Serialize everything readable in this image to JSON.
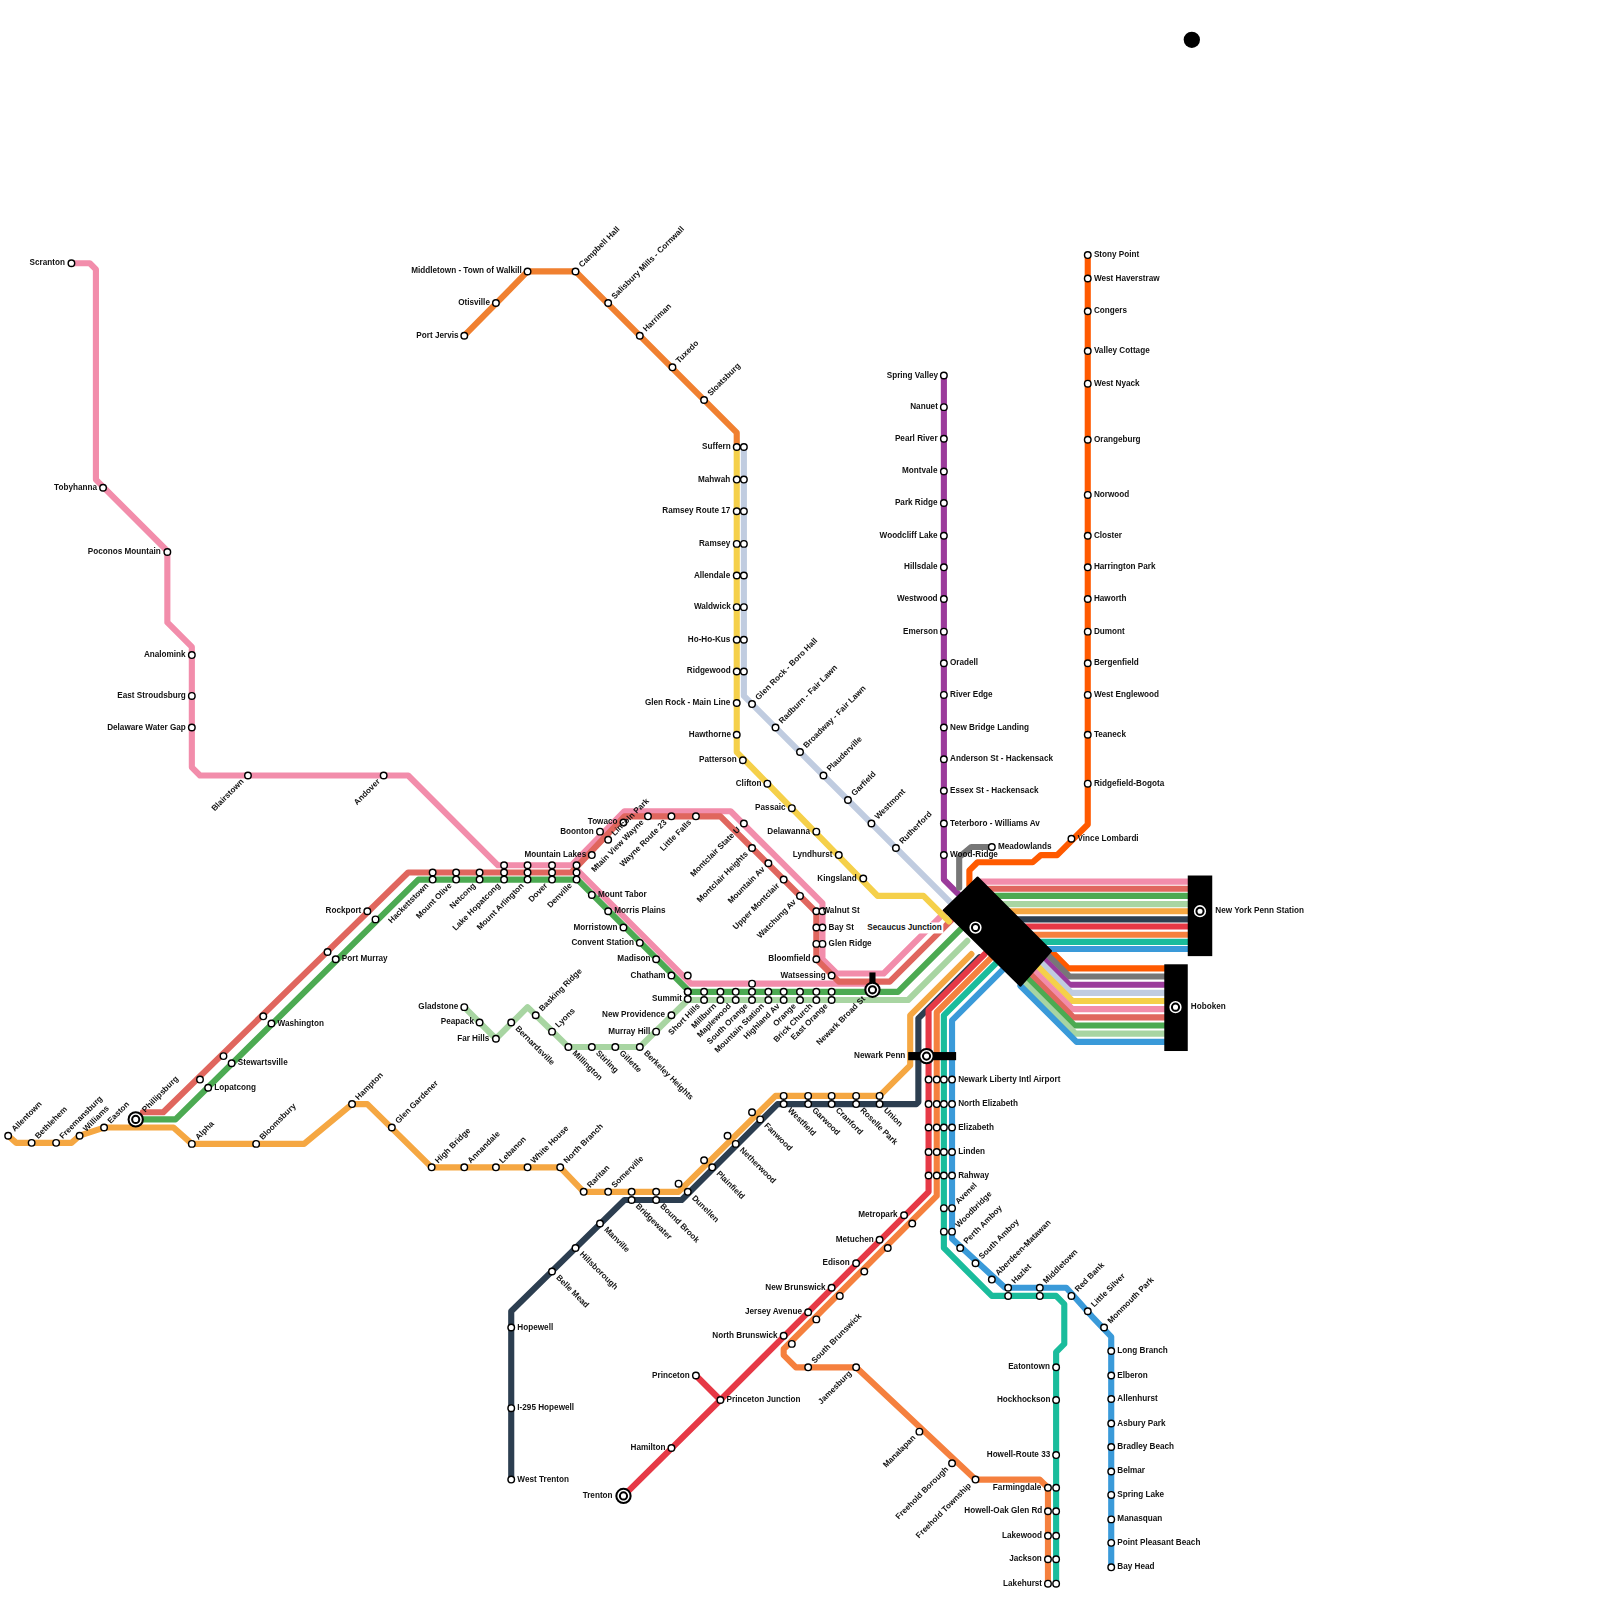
{
  "diagram": {
    "labels": [
      "Scranton",
      "Tobyhanna",
      "Poconos Mountain",
      "Analomink",
      "East Stroudsburg",
      "Delaware Water Gap",
      "Blairstown",
      "Andover",
      "Port Jervis",
      "Otisville",
      "Middletown - Town of Walkill",
      "Campbell Hall",
      "Salisbury Mills - Cornwall",
      "Harriman",
      "Tuxedo",
      "Sloatsburg",
      "Suffern",
      "Mahwah",
      "Ramsey Route 17",
      "Ramsey",
      "Allendale",
      "Waldwick",
      "Ho-Ho-Kus",
      "Ridgewood",
      "Glen Rock - Main Line",
      "Hawthorne",
      "Patterson",
      "Clifton",
      "Passaic",
      "Delawanna",
      "Lyndhurst",
      "Kingsland",
      "Glen Rock - Boro Hall",
      "Radburn - Fair Lawn",
      "Broadway - Fair Lawn",
      "Plauderville",
      "Garfield",
      "Westmont",
      "Rutherford",
      "Spring Valley",
      "Nanuet",
      "Pearl River",
      "Montvale",
      "Park Ridge",
      "Woodcliff Lake",
      "Hillsdale",
      "Westwood",
      "Emerson",
      "Oradell",
      "River Edge",
      "New Bridge Landing",
      "Anderson St - Hackensack",
      "Essex St - Hackensack",
      "Teterboro - Williams Av",
      "Wood-Ridge",
      "Meadowlands",
      "Stony Point",
      "West Haverstraw",
      "Congers",
      "Valley Cottage",
      "West Nyack",
      "Orangeburg",
      "Norwood",
      "Closter",
      "Harrington Park",
      "Haworth",
      "Dumont",
      "Bergenfield",
      "West Englewood",
      "Teaneck",
      "Ridgefield-Bogota",
      "Vince Lombardi",
      "Secaucus Junction",
      "New York Penn Station",
      "Hoboken",
      "Mountain Lakes",
      "Boonton",
      "Towaco",
      "Lincoln Park",
      "Mtain View Wayne",
      "Wayne Route 23",
      "Little Falls",
      "Montclair State U",
      "Montclair Heights",
      "Mountain Av",
      "Upper Montclair",
      "Watchung Av",
      "Walnut St",
      "Bay St",
      "Glen Ridge",
      "Bloomfield",
      "Watsessing",
      "Hackettstown",
      "Mount Olive",
      "Netcong",
      "Lake Hopatcong",
      "Mount Arlington",
      "Dover",
      "Denville",
      "Mount Tabor",
      "Morris Plains",
      "Morristown",
      "Convent Station",
      "Madison",
      "Chatham",
      "Summit",
      "Short Hills",
      "Millburn",
      "Maplewood",
      "South Orange",
      "Mountain Station",
      "Highland Av",
      "Orange",
      "Brick Church",
      "East Orange",
      "Newark Broad St",
      "Gladstone",
      "Peapack",
      "Far Hills",
      "Bernardsville",
      "Basking Ridge",
      "Lyons",
      "Millington",
      "Stirling",
      "Gillette",
      "Berkeley Heights",
      "Murray Hill",
      "New Providence",
      "Rockport",
      "Port Murray",
      "Washington",
      "Stewartsville",
      "Lopatcong",
      "Phillipsburg",
      "Allentown",
      "Bethlehem",
      "Freemansburg",
      "Williams",
      "Easton",
      "Alpha",
      "Bloomsbury",
      "Hampton",
      "Glen Gardener",
      "High Bridge",
      "Annandale",
      "Lebanon",
      "White House",
      "North Branch",
      "Raritan",
      "Somerville",
      "Bridgewater",
      "Bound Brook",
      "Dunellen",
      "Plainfield",
      "Netherwood",
      "Fanwood",
      "Westfield",
      "Garwood",
      "Cranford",
      "Roselle Park",
      "Union",
      "Hopewell",
      "I-295 Hopewell",
      "West Trenton",
      "Belle Mead",
      "Hillsborough",
      "Manville",
      "Newark Penn",
      "Newark Liberty Intl Airport",
      "North Elizabeth",
      "Elizabeth",
      "Linden",
      "Rahway",
      "Avenel",
      "Woodbridge",
      "Perth Amboy",
      "South Amboy",
      "Aberdeen-Matawan",
      "Hazlet",
      "Middletown",
      "Red Bank",
      "Little Silver",
      "Monmouth Park",
      "Long Branch",
      "Elberon",
      "Allenhurst",
      "Asbury Park",
      "Bradley Beach",
      "Belmar",
      "Spring Lake",
      "Manasquan",
      "Point Pleasant Beach",
      "Bay Head",
      "Metropark",
      "Metuchen",
      "Edison",
      "New Brunswick",
      "Jersey Avenue",
      "North Brunswick",
      "South Brunswick",
      "Princeton",
      "Princeton Junction",
      "Hamilton",
      "Trenton",
      "Jamesburg",
      "Manalapan",
      "Freehold Borough",
      "Freehold Township",
      "Eatontown",
      "Hockhockson",
      "Howell-Route 33",
      "Farmingdale",
      "Howell-Oak Glen Rd",
      "Lakewood",
      "Jackson",
      "Lakehurst"
    ]
  }
}
